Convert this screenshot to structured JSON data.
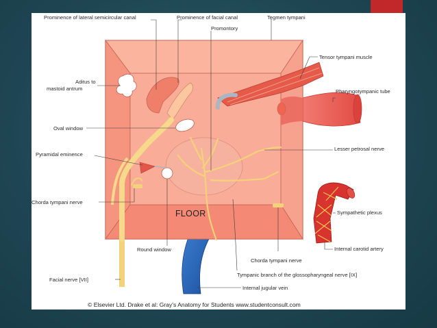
{
  "slide": {
    "accent_color": "#c0282a",
    "background_color": "#1e4652"
  },
  "diagram": {
    "labels": {
      "lateral_canal": "Prominence of lateral semicircular canal",
      "facial_canal": "Prominence of facial canal",
      "tegmen": "Tegmen tympani",
      "promontory": "Promontory",
      "tensor": "Tensor tympani muscle",
      "aditus_1": "Aditus to",
      "aditus_2": "mastoid antrum",
      "pharyngotympanic": "Pharyngotympanic tube",
      "oval_window": "Oval window",
      "pyramidal": "Pyramidal eminence",
      "lesser_petrosal": "Lesser petrosal nerve",
      "chorda_left": "Chorda tympani nerve",
      "floor": "FLOOR",
      "sympathetic": "Sympathetic plexus",
      "round_window": "Round window",
      "carotid": "Internal carotid artery",
      "chorda_right": "Chorda tympani nerve",
      "facial_nerve": "Facial nerve [VII]",
      "tympanic_branch": "Tympanic branch of the glossopharyngeal nerve [IX]",
      "jugular": "Internal jugular vein"
    },
    "credit": "© Elsevier Ltd. Drake et al: Gray's Anatomy for Students www.studentconsult.com"
  }
}
